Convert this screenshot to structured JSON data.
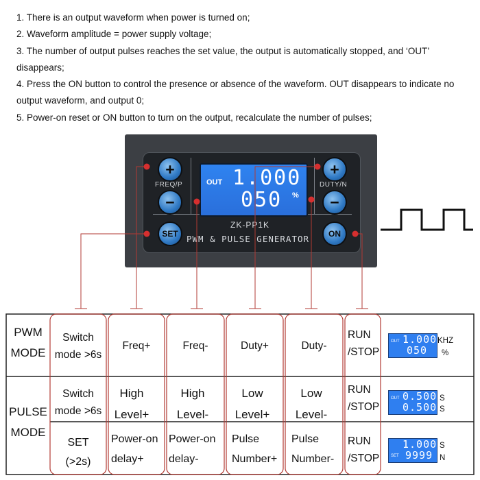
{
  "notes": [
    "1. There is an output waveform when power is turned on;",
    "2. Waveform amplitude = power supply voltage;",
    "3. The number of output pulses reaches the set value, the output is automatically stopped, and ‘OUT’ disappears;",
    "4. Press the ON button to control the presence or absence of the waveform. OUT disappears to indicate no output waveform, and output 0;",
    "5. Power-on reset or ON button to turn on the output, recalculate the number of pulses;"
  ],
  "device": {
    "btn_plus_left": "+",
    "btn_minus_left": "−",
    "btn_plus_right": "+",
    "btn_minus_right": "−",
    "btn_set": "SET",
    "btn_on": "ON",
    "label_left": "FREQ/P",
    "label_right": "DUTY/N",
    "lcd_out": "OUT",
    "lcd_line1": "1.000",
    "lcd_line2": "050",
    "lcd_percent": "%",
    "model": "ZK-PP1K",
    "subtitle": "PWM & PULSE GENERATOR"
  },
  "table": {
    "pwm_mode": [
      "PWM",
      "MODE"
    ],
    "pulse_mode": [
      "PULSE",
      "MODE"
    ],
    "pwm_row": {
      "set": [
        "Switch",
        "mode >6s"
      ],
      "freq_plus": "Freq+",
      "freq_minus": "Freq-",
      "duty_plus": "Duty+",
      "duty_minus": "Duty-",
      "on": [
        "RUN",
        "/STOP"
      ],
      "display": {
        "out": "OUT",
        "line1": "1.000",
        "line2": "050",
        "unit1": "KHZ",
        "unit2": "%"
      }
    },
    "pulse_row1": {
      "set": [
        "Switch",
        "mode >6s"
      ],
      "freq_plus": [
        "High",
        "Level+"
      ],
      "freq_minus": [
        "High",
        "Level-"
      ],
      "duty_plus": [
        "Low",
        "Level+"
      ],
      "duty_minus": [
        "Low",
        "Level-"
      ],
      "on": [
        "RUN",
        "/STOP"
      ],
      "display": {
        "out": "OUT",
        "line1": "0.500",
        "line2": "0.500",
        "unit1": "S",
        "unit2": "S"
      }
    },
    "pulse_row2": {
      "set": [
        "SET",
        "(>2s)"
      ],
      "freq_plus": [
        "Power-on",
        "delay+"
      ],
      "freq_minus": [
        "Power-on",
        "delay-"
      ],
      "duty_plus": [
        "Pulse",
        "Number+"
      ],
      "duty_minus": [
        "Pulse",
        "Number-"
      ],
      "on": [
        "RUN",
        "/STOP"
      ],
      "display": {
        "out": "SET",
        "line1": "1.000",
        "line2": "9999",
        "unit1": "S",
        "unit2": "N"
      }
    }
  },
  "colors": {
    "line": "#b23a33",
    "device": "#3c3f44",
    "lcd": "#2f7ff0",
    "button": "#2f79c4"
  }
}
